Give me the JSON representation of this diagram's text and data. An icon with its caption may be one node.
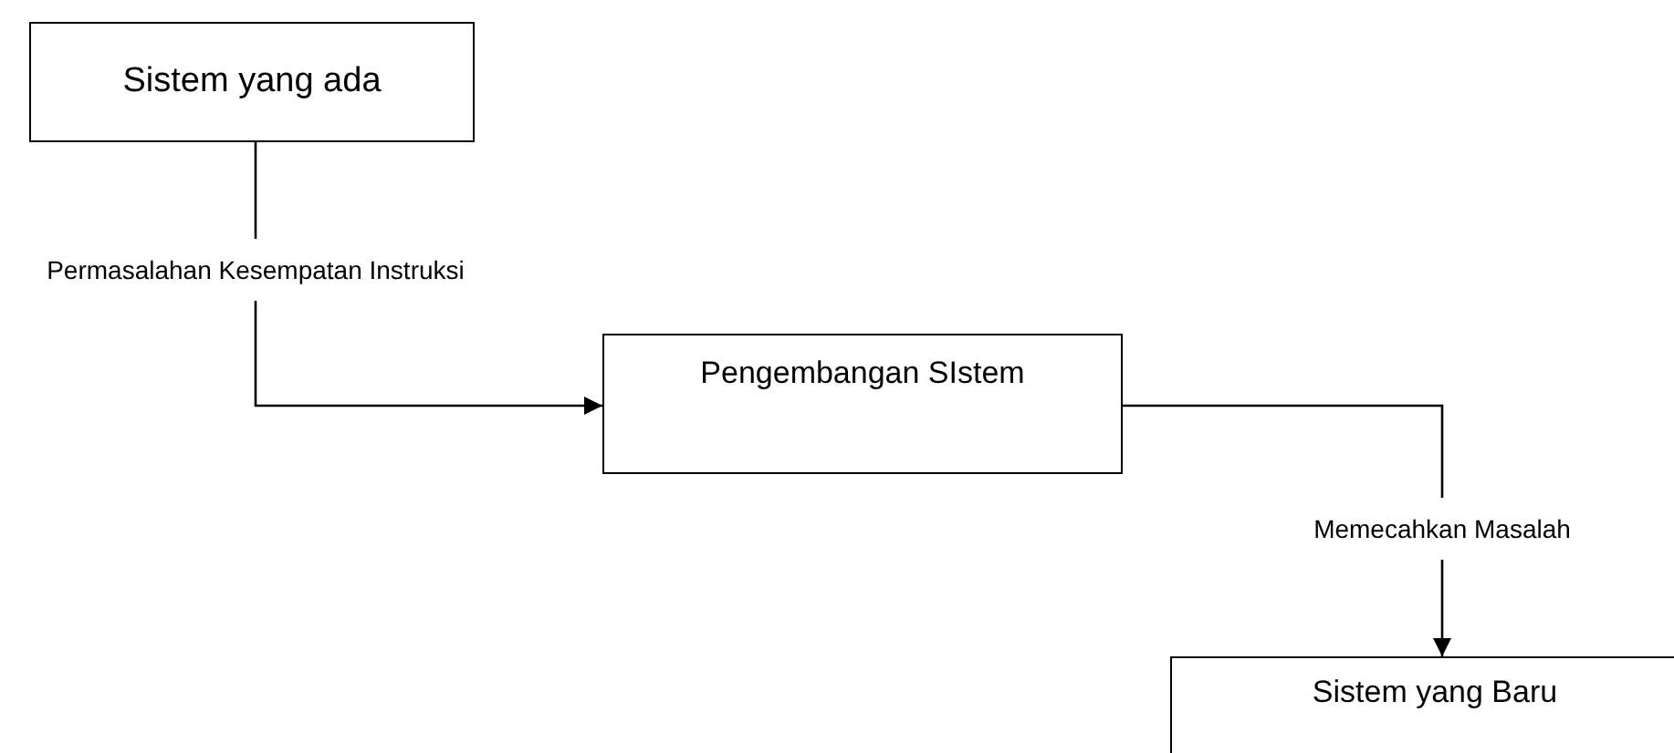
{
  "diagram": {
    "nodes": [
      {
        "text": [
          "Sistem yang ada"
        ]
      },
      {
        "text": [
          "Pengembangan SIstem"
        ]
      },
      {
        "text": [
          "Sistem yang Baru"
        ]
      }
    ],
    "edges": [
      {
        "from": 0,
        "to": 1,
        "arrow": "to",
        "label": "Permasalahan Kesempatan Instruksi"
      },
      {
        "from": 1,
        "to": 2,
        "arrow": "to",
        "label": "Memecahkan Masalah"
      }
    ]
  }
}
